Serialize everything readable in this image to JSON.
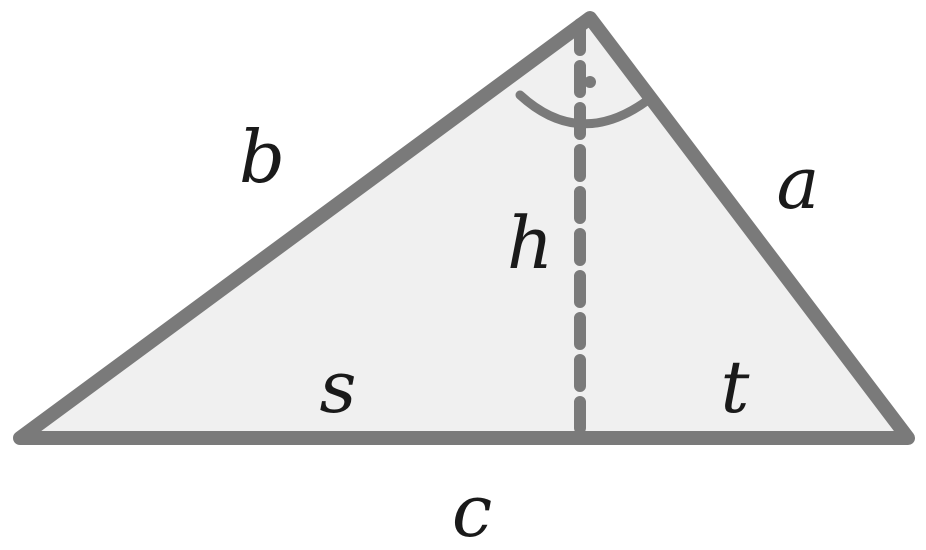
{
  "diagram": {
    "description_free": true,
    "labels": {
      "side_a": "a",
      "side_b": "b",
      "side_c": "c",
      "height": "h",
      "segment_s": "s",
      "segment_t": "t"
    },
    "colors": {
      "stroke": "#7a7a7a",
      "fill": "#f0f0f0",
      "text": "#1a1a1a"
    }
  }
}
